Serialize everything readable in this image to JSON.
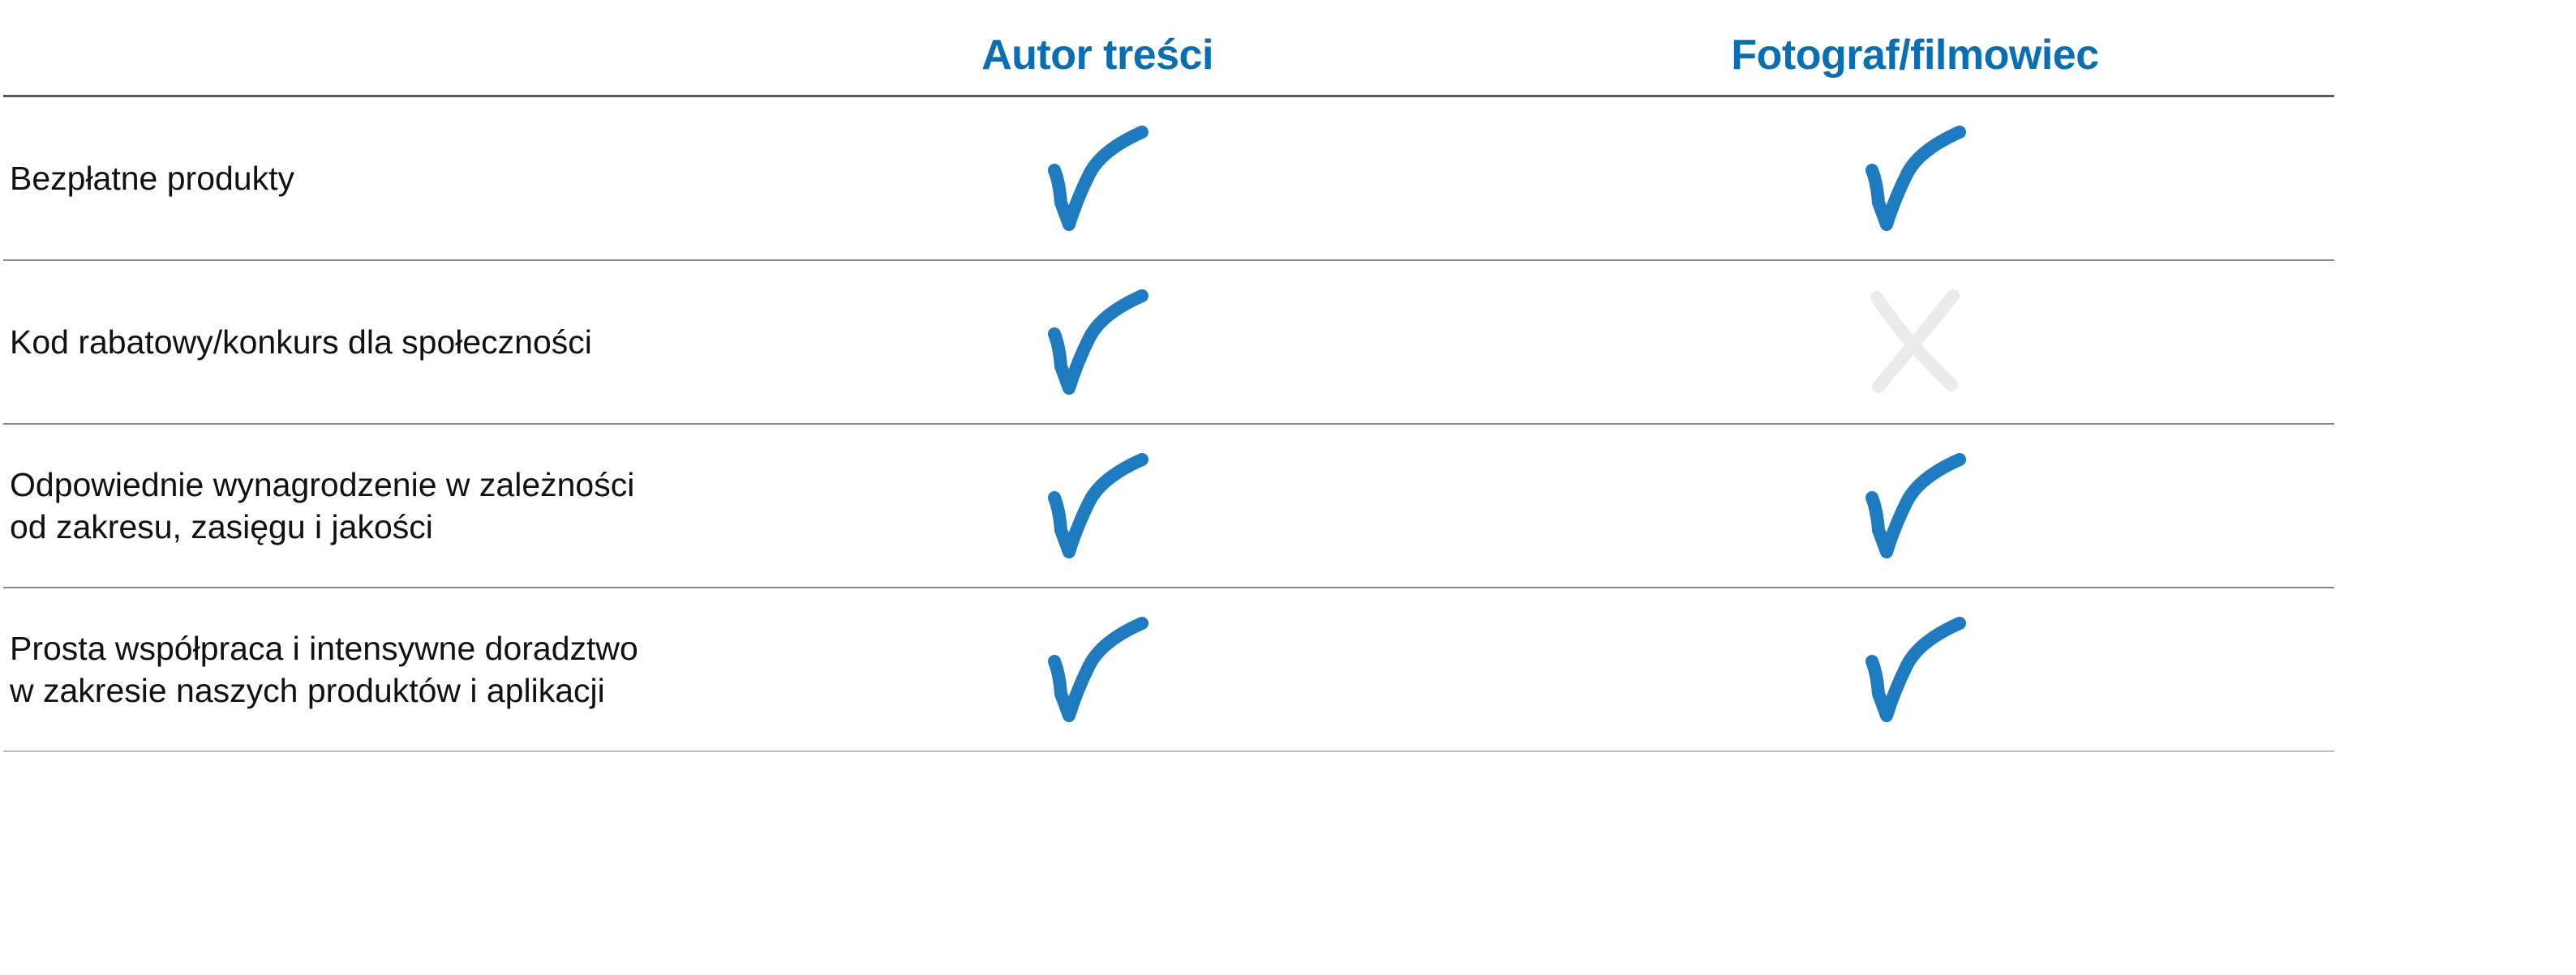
{
  "columns": [
    "Autor treści",
    "Fotograf/filmowiec"
  ],
  "rows": [
    {
      "label": "Bezpłatne produkty",
      "values": [
        "check",
        "check"
      ]
    },
    {
      "label": "Kod rabatowy/konkurs dla społeczności",
      "values": [
        "check",
        "cross"
      ]
    },
    {
      "label_lines": [
        "Odpowiednie wynagrodzenie w zależności",
        "od zakresu, zasięgu i jakości"
      ],
      "values": [
        "check",
        "check"
      ]
    },
    {
      "label_lines": [
        "Prosta współpraca i intensywne doradztwo",
        "w zakresie naszych produktów i aplikacji"
      ],
      "values": [
        "check",
        "check"
      ]
    }
  ],
  "colors": {
    "header": "#0a6eb4",
    "check": "#1e7bbf",
    "cross": "#ebebeb"
  }
}
